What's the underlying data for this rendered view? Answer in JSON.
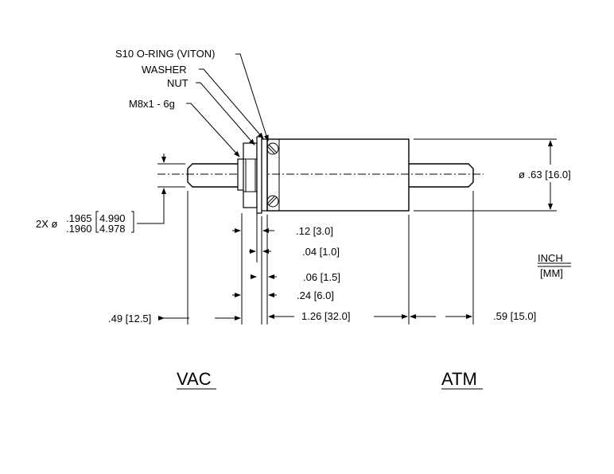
{
  "callouts": {
    "oring": "S10 O-RING (VITON)",
    "washer": "WASHER",
    "nut": "NUT",
    "thread": "M8x1 - 6g"
  },
  "dims": {
    "pin_diameter_prefix": "2X ø",
    "pin_diameter_upper_in": ".1965",
    "pin_diameter_lower_in": ".1960",
    "pin_diameter_upper_mm": "4.990",
    "pin_diameter_lower_mm": "4.978",
    "body_diameter": "ø .63 [16.0]",
    "d_012": ".12 [3.0]",
    "d_004": ".04 [1.0]",
    "d_006": ".06 [1.5]",
    "d_024": ".24 [6.0]",
    "vac_length": ".49 [12.5]",
    "body_length": "1.26 [32.0]",
    "atm_length": ".59 [15.0]"
  },
  "units": {
    "top": "INCH",
    "bottom": "[MM]"
  },
  "sides": {
    "vac": "VAC",
    "atm": "ATM"
  }
}
